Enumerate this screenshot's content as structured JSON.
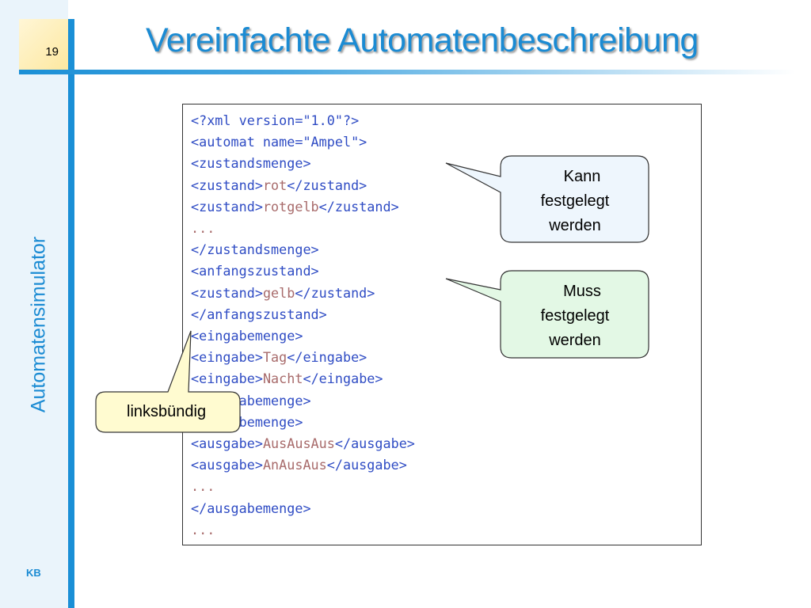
{
  "slide": {
    "number": "19",
    "title": "Vereinfachte Automatenbeschreibung",
    "side_title": "Automatensimulator",
    "footer": "KB"
  },
  "code_lines": [
    "<?xml version=\"1.0\"?>",
    "<automat name=\"Ampel\">",
    "<zustandsmenge>",
    "<zustand>rot</zustand>",
    "<zustand>rotgelb</zustand>",
    "...",
    "</zustandsmenge>",
    "<anfangszustand>",
    "<zustand>gelb</zustand>",
    "</anfangszustand>",
    "<eingabemenge>",
    "<eingabe>Tag</eingabe>",
    "<eingabe>Nacht</eingabe>",
    "</eingabemenge>",
    "<ausgabemenge>",
    "<ausgabe>AusAusAus</ausgabe>",
    "<ausgabe>AnAusAus</ausgabe>",
    "...",
    "</ausgabemenge>",
    "..."
  ],
  "callouts": {
    "kann": {
      "lines": [
        "Kann",
        "festgelegt",
        "werden"
      ],
      "fill": "#eef6fd"
    },
    "muss": {
      "lines": [
        "Muss",
        "festgelegt",
        "werden"
      ],
      "fill": "#e3f8e5"
    },
    "links": {
      "text": "linksbündig",
      "fill": "#fffbd0"
    }
  },
  "colors": {
    "accent": "#1b8bd3",
    "tag_text": "#2f4cc4",
    "content_text": "#a86b6b"
  }
}
